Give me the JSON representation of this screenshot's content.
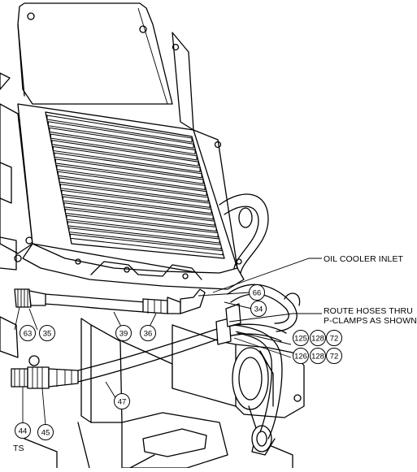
{
  "labels": {
    "oil_cooler_inlet": "OIL COOLER INLET",
    "route_hoses_line1": "ROUTE HOSES THRU",
    "route_hoses_line2": "P-CLAMPS AS SHOWN",
    "ts": "TS"
  },
  "balloons": [
    {
      "id": "66",
      "name": "balloon-66"
    },
    {
      "id": "34",
      "name": "balloon-34"
    },
    {
      "id": "63",
      "name": "balloon-63"
    },
    {
      "id": "35",
      "name": "balloon-35"
    },
    {
      "id": "39",
      "name": "balloon-39"
    },
    {
      "id": "36",
      "name": "balloon-36"
    },
    {
      "id": "125",
      "name": "balloon-125"
    },
    {
      "id": "128",
      "name": "balloon-128-upper"
    },
    {
      "id": "72",
      "name": "balloon-72-upper"
    },
    {
      "id": "126",
      "name": "balloon-126"
    },
    {
      "id": "128",
      "name": "balloon-128-lower"
    },
    {
      "id": "72",
      "name": "balloon-72-lower"
    },
    {
      "id": "47",
      "name": "balloon-47"
    },
    {
      "id": "44",
      "name": "balloon-44"
    },
    {
      "id": "45",
      "name": "balloon-45"
    }
  ]
}
